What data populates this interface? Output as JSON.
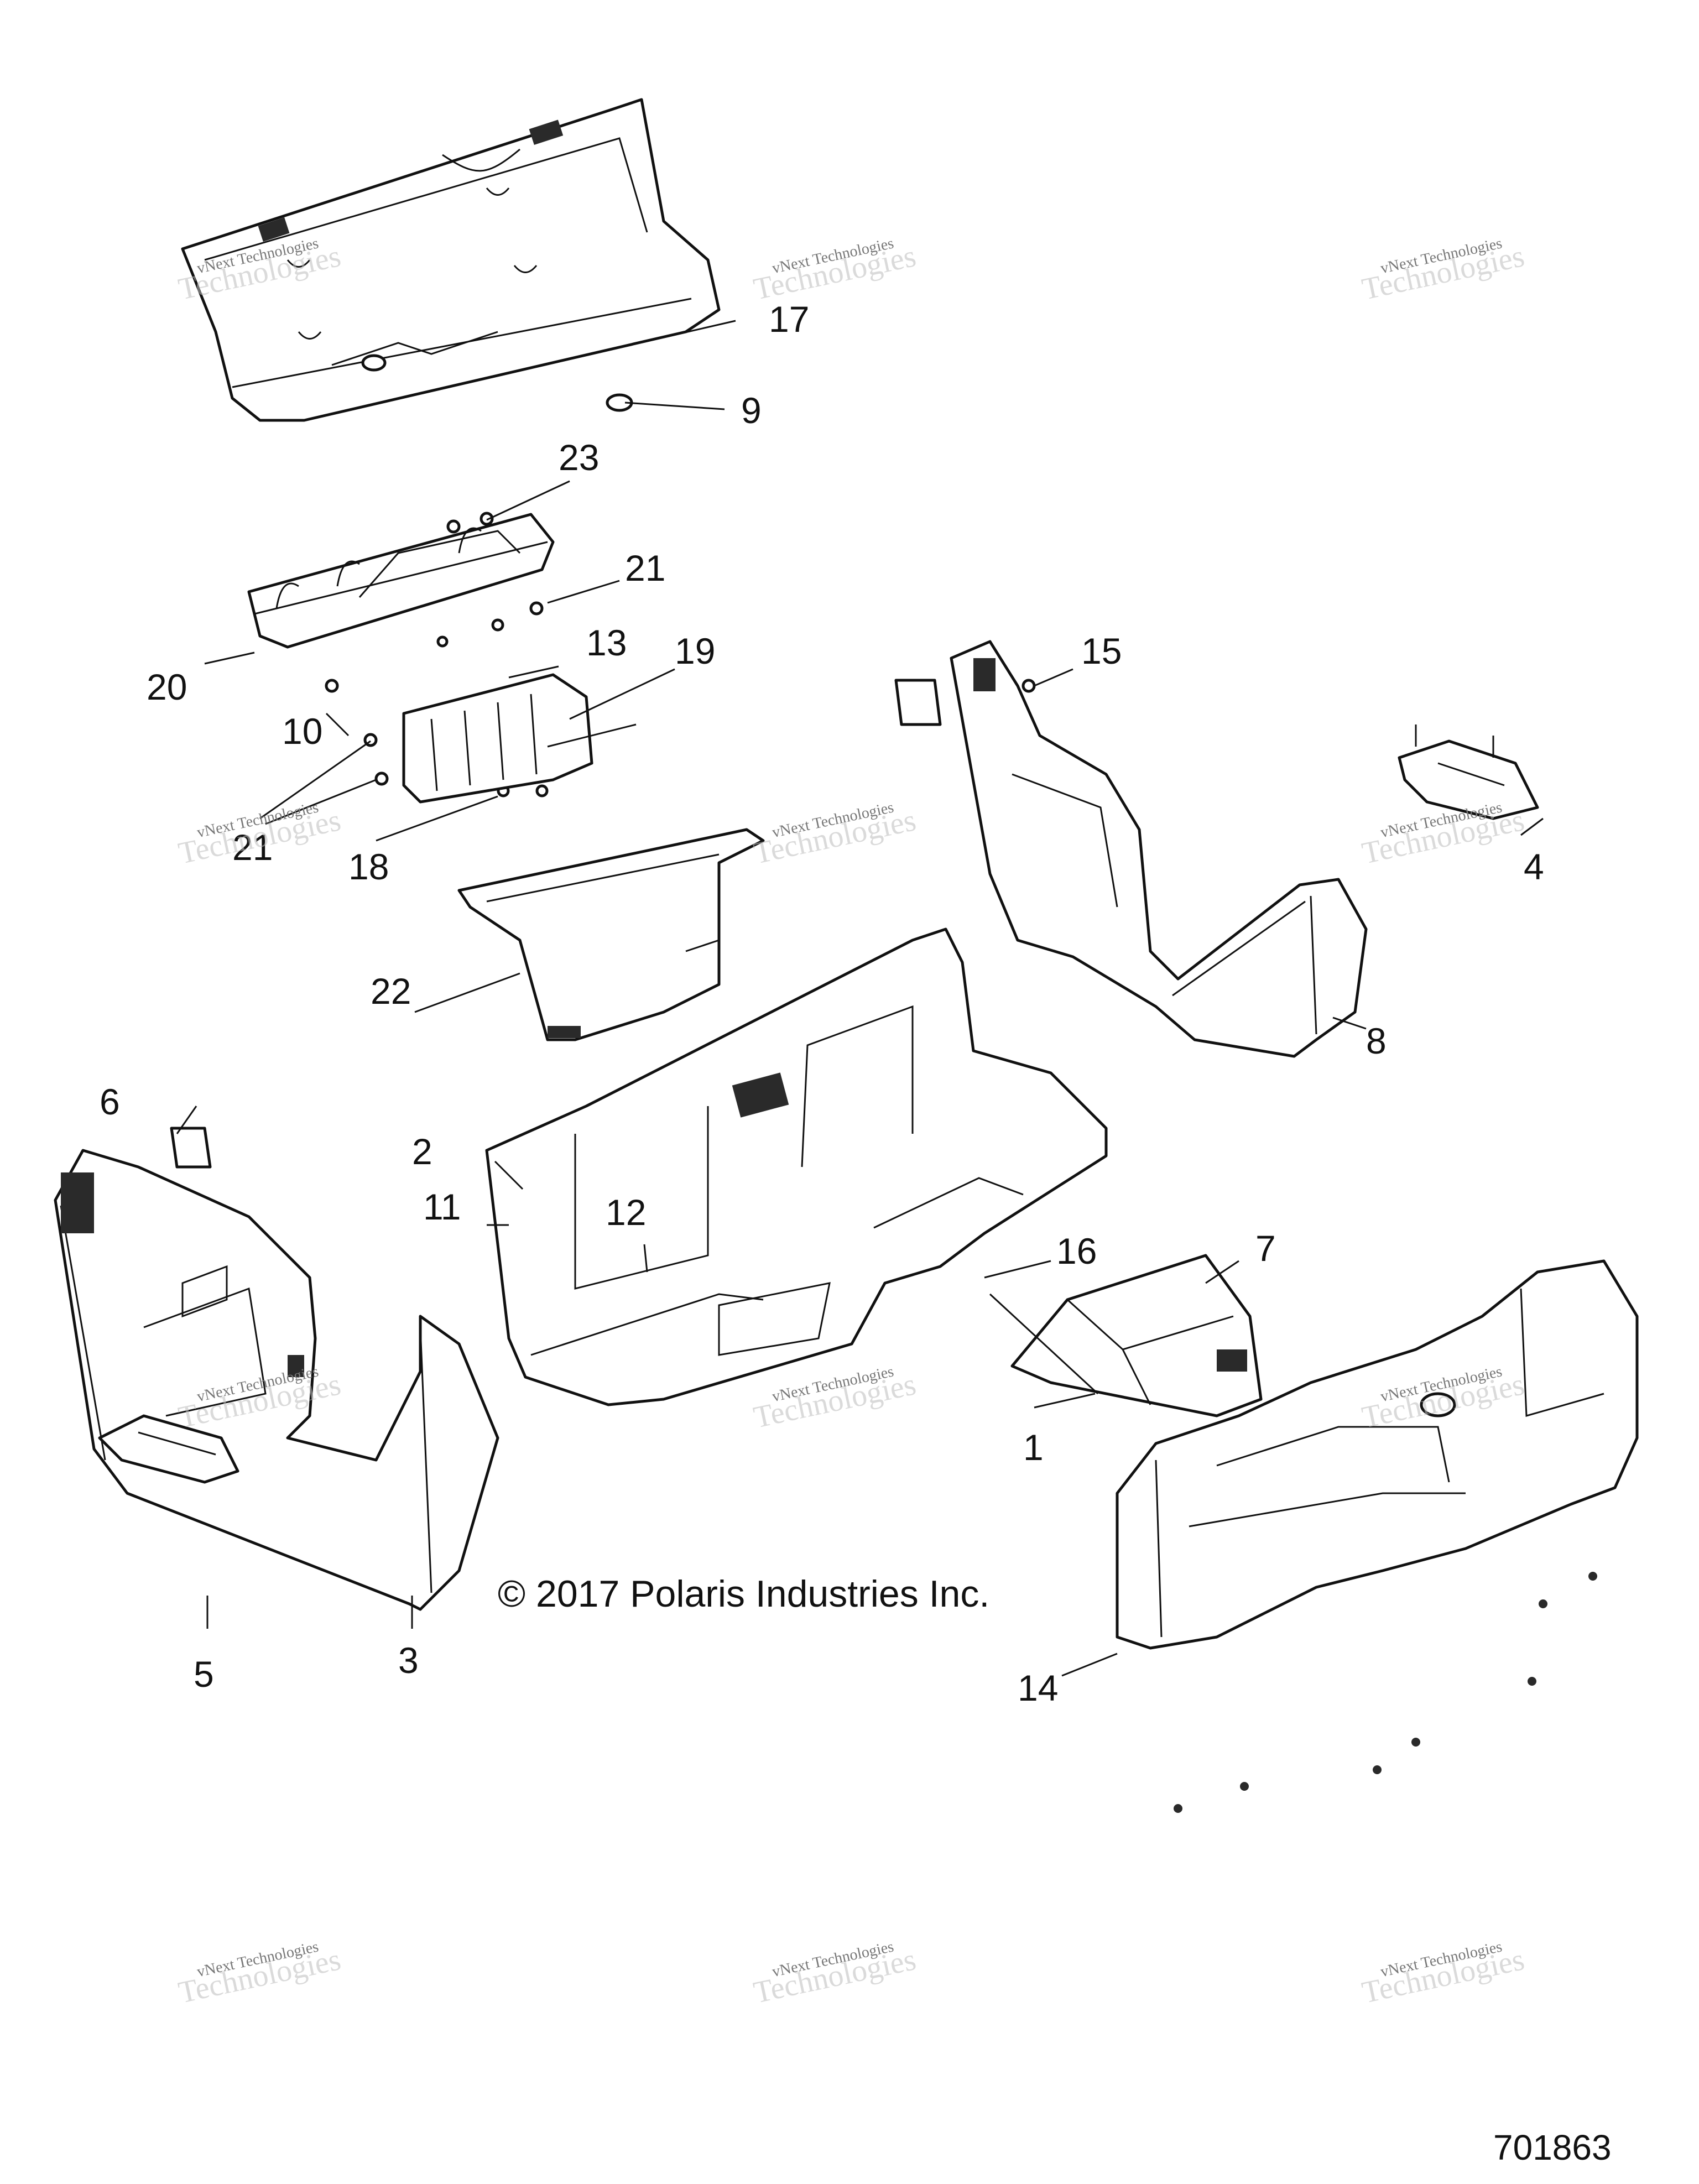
{
  "callouts": [
    {
      "label": "1"
    },
    {
      "label": "2"
    },
    {
      "label": "3"
    },
    {
      "label": "4"
    },
    {
      "label": "5"
    },
    {
      "label": "6"
    },
    {
      "label": "7"
    },
    {
      "label": "8"
    },
    {
      "label": "9"
    },
    {
      "label": "10"
    },
    {
      "label": "11"
    },
    {
      "label": "12"
    },
    {
      "label": "13"
    },
    {
      "label": "14"
    },
    {
      "label": "15"
    },
    {
      "label": "16"
    },
    {
      "label": "17"
    },
    {
      "label": "18"
    },
    {
      "label": "19"
    },
    {
      "label": "20"
    },
    {
      "label": "21"
    },
    {
      "label": "21"
    },
    {
      "label": "22"
    },
    {
      "label": "23"
    }
  ],
  "watermark": {
    "line1": "vNext Technologies",
    "line2": "Technologies"
  },
  "copyright": "© 2017 Polaris Industries Inc.",
  "figure_number": "701863"
}
